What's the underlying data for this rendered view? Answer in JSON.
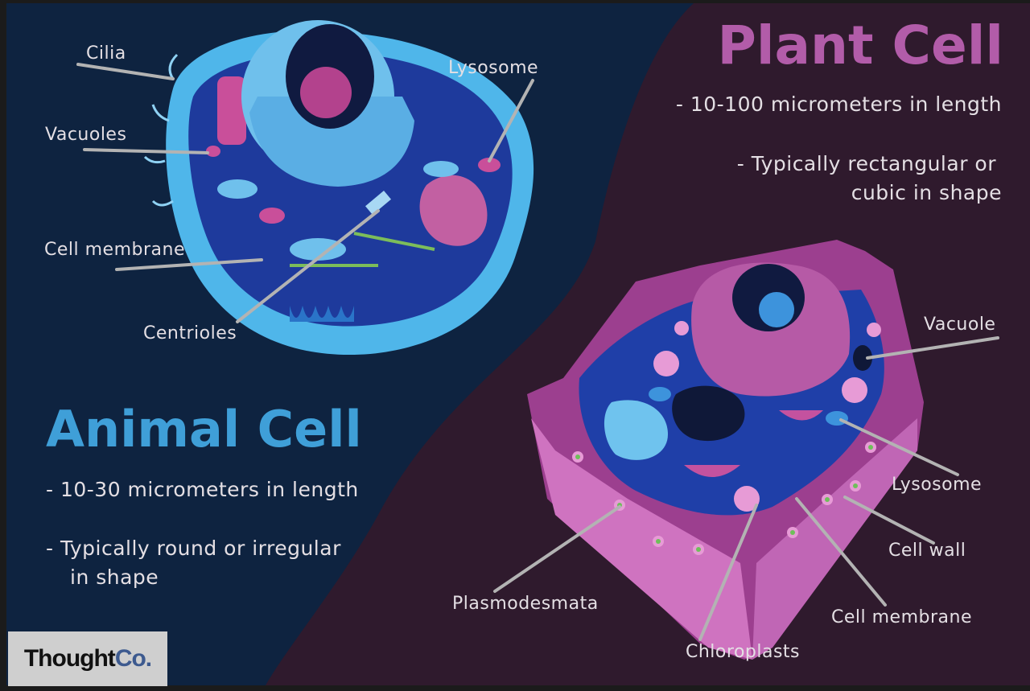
{
  "colors": {
    "animal_bg": "#0e2340",
    "plant_bg": "#2f1a2d",
    "animal_accent": "#3f9fd8",
    "plant_accent": "#b25ca9",
    "leader": "#b3b3b3",
    "label": "#e4dfe4"
  },
  "animal": {
    "title": "Animal Cell",
    "bullets": [
      "-  10-30 micrometers in length",
      "-  Typically round or irregular",
      "in shape"
    ],
    "labels": {
      "cilia": "Cilia",
      "vacuoles": "Vacuoles",
      "lysosome": "Lysosome",
      "cell_membrane": "Cell membrane",
      "centrioles": "Centrioles"
    }
  },
  "plant": {
    "title": "Plant Cell",
    "bullets": [
      "-  10-100 micrometers in length",
      "-  Typically rectangular or",
      "cubic in shape"
    ],
    "labels": {
      "vacuole": "Vacuole",
      "lysosome": "Lysosome",
      "cell_wall": "Cell wall",
      "cell_membrane": "Cell membrane",
      "chloroplasts": "Chloroplasts",
      "plasmodesmata": "Plasmodesmata"
    }
  },
  "logo": {
    "part1": "Thought",
    "part2": "Co."
  }
}
